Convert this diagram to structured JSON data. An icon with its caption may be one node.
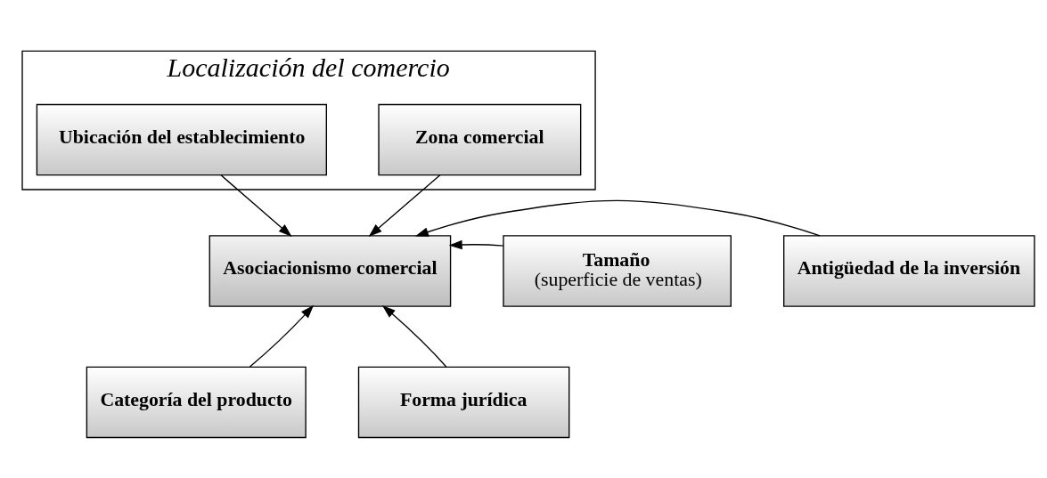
{
  "diagram": {
    "nodes": [
      {
        "text": [
          "Localización del comercio"
        ]
      },
      {
        "text": [
          "Zona comercial"
        ],
        "in": 0
      },
      {
        "text": [
          "Ubicación del establecimiento"
        ],
        "in": 0
      },
      {
        "text": [
          "Asociacionismo comercial"
        ]
      },
      {
        "text": [
          "Antigüedad de la inversión"
        ]
      },
      {
        "text": [
          "Tamaño",
          "(superficie de ventas)"
        ]
      },
      {
        "text": [
          "Categoría del producto"
        ]
      },
      {
        "text": [
          "Forma jurídica"
        ]
      }
    ],
    "edges": [
      {
        "from": 1,
        "to": 3,
        "arrow": "to"
      },
      {
        "from": 2,
        "to": 3,
        "arrow": "to"
      },
      {
        "from": 4,
        "to": 3,
        "arrow": "to"
      },
      {
        "from": 5,
        "to": 3,
        "arrow": "to"
      },
      {
        "from": 6,
        "to": 3,
        "arrow": "to"
      },
      {
        "from": 7,
        "to": 3,
        "arrow": "to"
      }
    ]
  }
}
